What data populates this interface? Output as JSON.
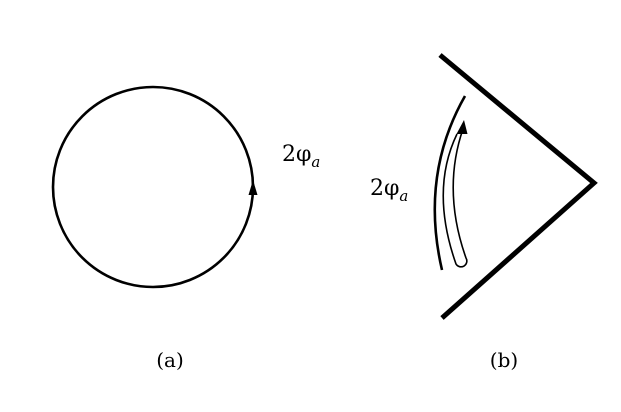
{
  "colors": {
    "stroke": "#000000",
    "background": "#ffffff"
  },
  "panel_a": {
    "angle_label": {
      "main": "2φ",
      "subscript": "a"
    },
    "caption": "(a)"
  },
  "panel_b": {
    "angle_label": {
      "main": "2φ",
      "subscript": "a"
    },
    "caption": "(b)"
  }
}
